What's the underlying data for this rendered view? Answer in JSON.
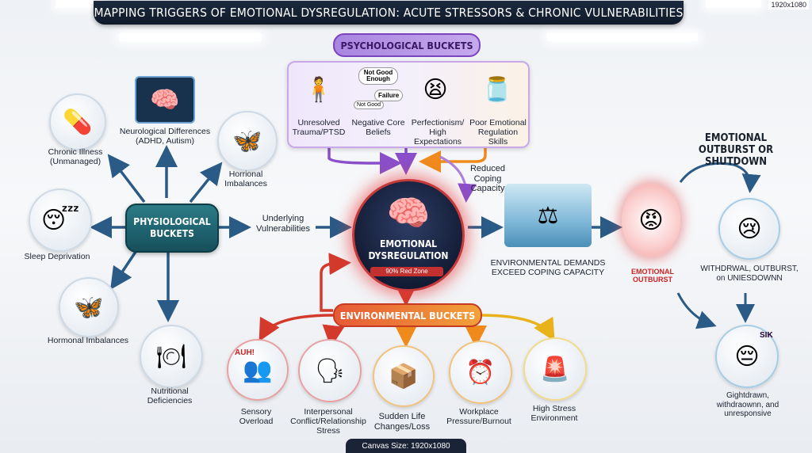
{
  "title": "MAPPING TRIGGERS OF EMOTIONAL DYSREGULATION: ACUTE STRESSORS & CHRONIC VULNERABILITIES",
  "resolution_tag": "1920x1080",
  "footer": "Canvas Size: 1920x1080",
  "psychological": {
    "heading": "PSYCHOLOGICAL BUCKETS",
    "items": [
      "Unresolved Trauma/PTSD",
      "Negative Core Beliefs",
      "Perfectionism/ High Expectations",
      "Poor Emotional Regulation Skills"
    ],
    "bubbles": [
      "Not Good Enough",
      "Failure",
      "Not Good"
    ],
    "reduced_label": "Reduced Coping Capacity"
  },
  "physiological": {
    "heading": "PHYSIOLOGICAL BUCKETS",
    "items": {
      "chronic": "Chronic Illness (Unmanaged)",
      "neuro": "Neurological Differences (ADHD, Autism)",
      "hormonal_top": "Horrional Imbalances",
      "sleep": "Sleep Deprivation",
      "hormonal": "Hormonal Imbalances",
      "nutrition": "Nutritional Deficiencies"
    },
    "underlying_label": "Underlying Vulnerabilities"
  },
  "center": {
    "title": "EMOTIONAL DYSREGULATION",
    "badge": "90% Red Zone"
  },
  "environmental": {
    "heading": "ENVIRONMENTAL BUCKETS",
    "items": [
      "Sensory Overload",
      "Interpersonal Conflict/Relationship Stress",
      "Sudden Life Changes/Loss",
      "Workplace Pressure/Burnout",
      "High Stress Environment"
    ],
    "noise_text": "AUH!"
  },
  "outcome": {
    "demands_label": "ENVIRONMENTAL DEMANDS EXCEED COPING CAPACITY",
    "outburst_heading": "EMOTIONAL OUTBURST OR SHUTDOWN",
    "outburst_label": "EMOTIONAL OUTBURST",
    "withdrawal_label": "WITHDRWAL, OUTBURST, on UNIESDOWNN",
    "sik_label": "SIK",
    "shutdown_label": "Gightdrawn, withdraownn, and unresponsive"
  },
  "colors": {
    "psych": "#8a4fc9",
    "physio": "#1f6e7a",
    "env_red": "#d33a2c",
    "env_orange": "#f08a1c",
    "env_yellow": "#e9b21a",
    "dark_arrow": "#2a5a86"
  }
}
